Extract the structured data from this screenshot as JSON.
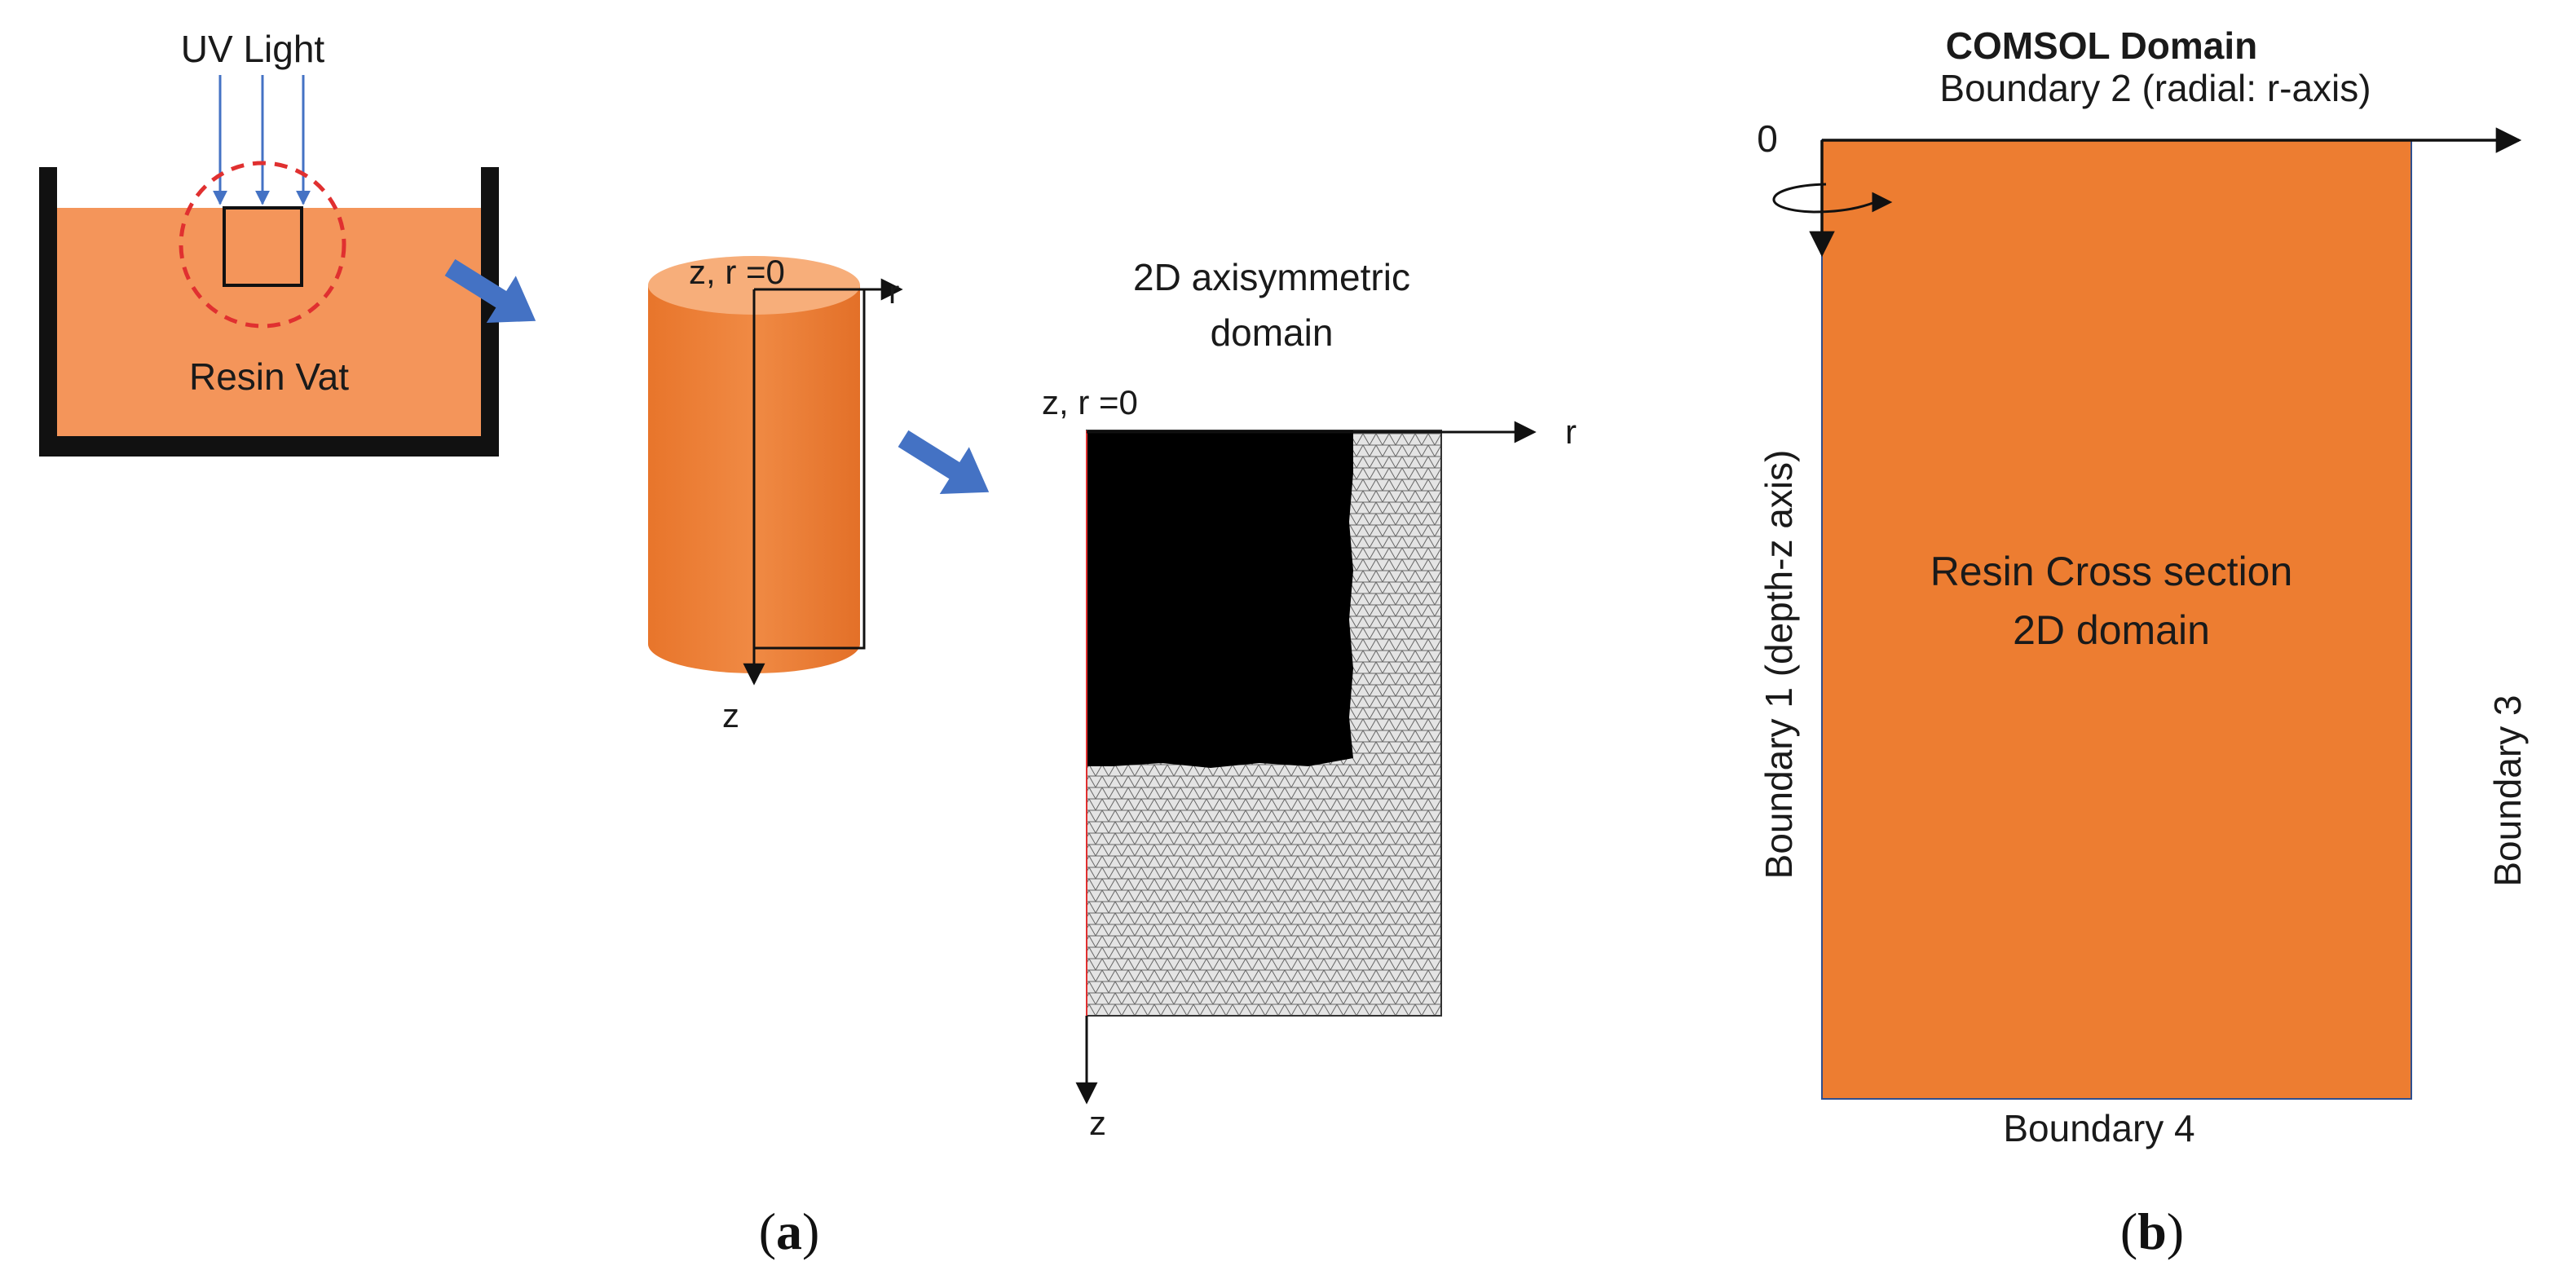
{
  "panel_a": {
    "uv_light": "UV Light",
    "resin_vat": "Resin Vat",
    "cylinder_axis_origin": "z, r =0",
    "cylinder_r_axis": "r",
    "cylinder_z_axis": "z",
    "mesh_title_line1": "2D axisymmetric",
    "mesh_title_line2": "domain",
    "mesh_axis_origin": "z, r =0",
    "mesh_r_axis": "r",
    "mesh_z_axis": "z",
    "caption_open": "(",
    "caption_letter": "a",
    "caption_close": ")"
  },
  "panel_b": {
    "title": "COMSOL Domain",
    "boundary_2": "Boundary 2 (radial: r-axis)",
    "origin": "0",
    "boundary_1": "Boundary 1 (depth-z axis)",
    "boundary_3": "Boundary 3",
    "boundary_4": "Boundary 4",
    "domain_label_line1": "Resin Cross section",
    "domain_label_line2": "2D domain",
    "caption_open": "(",
    "caption_letter": "b",
    "caption_close": ")"
  },
  "colors": {
    "resin_orange": "#ED7D31",
    "vat_resin": "#F4955A",
    "arrow_blue": "#4472C4",
    "dashed_red": "#E03030",
    "mesh_black": "#000000",
    "mesh_gray": "#d9d9d9"
  },
  "icons": {
    "flow_arrow": "blue-arrow",
    "rotation": "rotation-icon"
  }
}
